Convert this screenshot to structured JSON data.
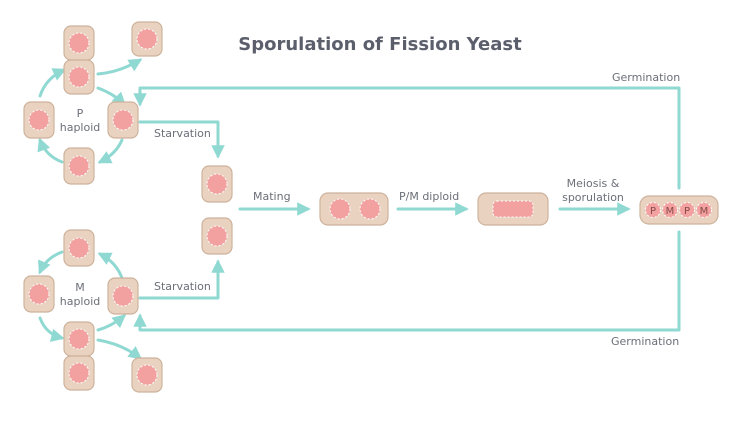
{
  "title": "Sporulation of Fission Yeast",
  "labels": {
    "p_haploid_line1": "P",
    "p_haploid_line2": "haploid",
    "m_haploid_line1": "M",
    "m_haploid_line2": "haploid",
    "starvation_top": "Starvation",
    "starvation_bottom": "Starvation",
    "mating": "Mating",
    "diploid": "P/M diploid",
    "meiosis_line1": "Meiosis &",
    "meiosis_line2": "sporulation",
    "germination_top": "Germination",
    "germination_bottom": "Germination"
  },
  "spore_letters": [
    "P",
    "M",
    "P",
    "M"
  ],
  "colors": {
    "arrow": "#8fd9d2",
    "cell": "#e9d2c0",
    "cell_border": "#cdb39d",
    "nucleus": "#f2a0a0",
    "text": "#6b6f78",
    "title": "#5b5f6b"
  }
}
